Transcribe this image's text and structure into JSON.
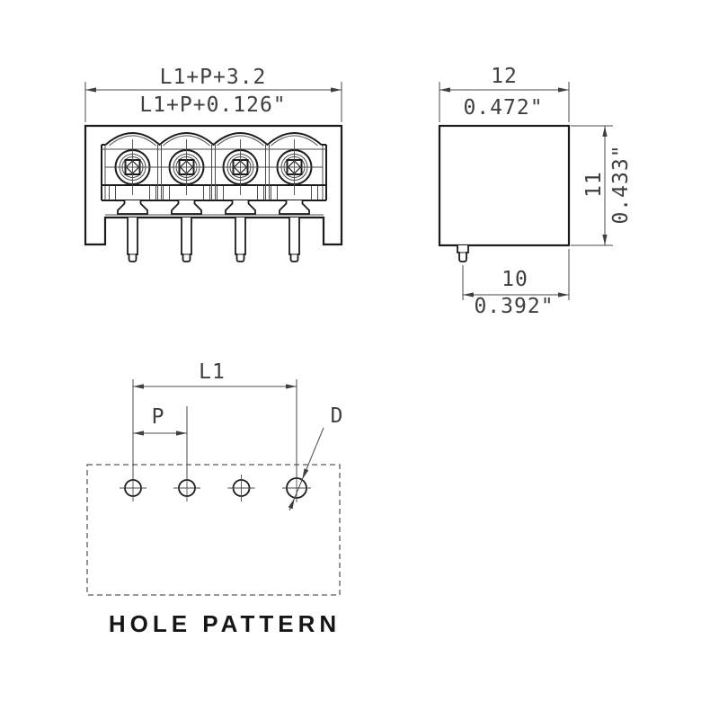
{
  "drawing": {
    "front_view": {
      "width_mm": "L1+P+3.2",
      "width_inch": "L1+P+0.126\"",
      "terminal_count": 4
    },
    "side_view": {
      "width_mm": "12",
      "width_inch": "0.472\"",
      "height_mm": "11",
      "height_inch": "0.433\"",
      "pin_offset_mm": "10",
      "pin_offset_inch": "0.392\""
    },
    "hole_pattern": {
      "span_label": "L1",
      "pitch_label": "P",
      "diameter_label": "D",
      "caption": "HOLE PATTERN",
      "hole_count": 4
    },
    "colors": {
      "outline": "#1c1c1c",
      "thin_line": "#4a4a4a",
      "dimension_text": "#3f3f3f",
      "background": "#ffffff"
    }
  }
}
